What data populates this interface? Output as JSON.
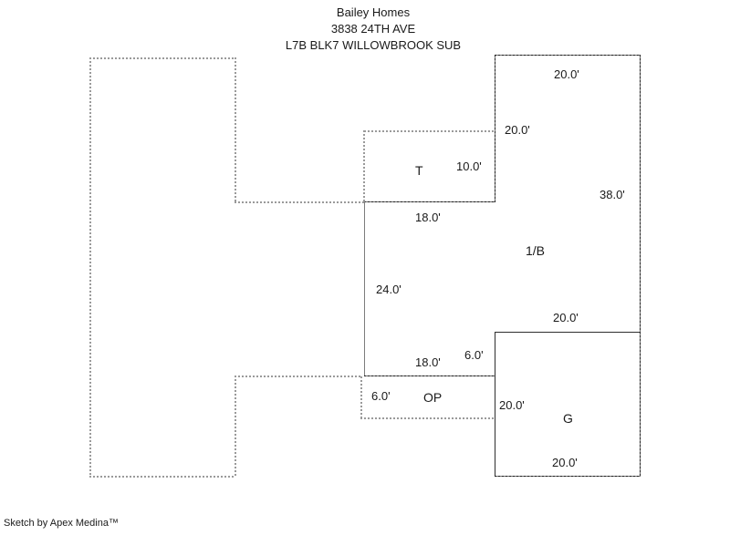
{
  "header": {
    "business_name": "Bailey Homes",
    "address": "3838 24TH AVE",
    "legal_description": "L7B BLK7 WILLOWBROOK SUB"
  },
  "sketch": {
    "labels": [
      {
        "id": "dim-1b-top",
        "text": "20.0'"
      },
      {
        "id": "dim-1b-upper-left-wall",
        "text": "20.0'"
      },
      {
        "id": "dim-t-right",
        "text": "10.0'"
      },
      {
        "id": "area-code-t",
        "text": "T"
      },
      {
        "id": "dim-1b-right",
        "text": "38.0'"
      },
      {
        "id": "dim-1b-inner-top",
        "text": "18.0'"
      },
      {
        "id": "area-code-1b",
        "text": "1/B"
      },
      {
        "id": "dim-1b-left",
        "text": "24.0'"
      },
      {
        "id": "dim-g-top",
        "text": "20.0'"
      },
      {
        "id": "dim-1b-step",
        "text": "6.0'"
      },
      {
        "id": "dim-1b-bottom",
        "text": "18.0'"
      },
      {
        "id": "dim-op-left",
        "text": "6.0'"
      },
      {
        "id": "area-code-op",
        "text": "OP"
      },
      {
        "id": "dim-g-left",
        "text": "20.0'"
      },
      {
        "id": "area-code-g",
        "text": "G"
      },
      {
        "id": "dim-g-bottom",
        "text": "20.0'"
      }
    ]
  },
  "footer": {
    "credit": "Sketch by Apex Medina™"
  },
  "colors": {
    "background": "#ffffff",
    "wall": "#2e2e2e",
    "wall_light": "#7d7d7d",
    "lot_line": "#9a9a9a",
    "text": "#000000"
  }
}
